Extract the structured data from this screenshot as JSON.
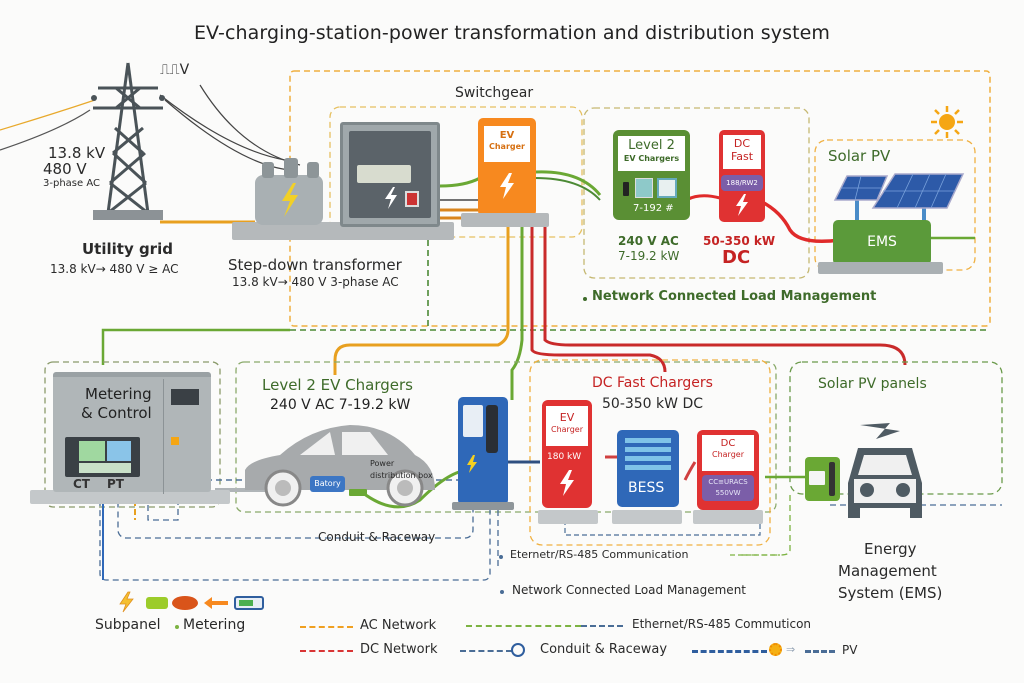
{
  "title": "EV-charging-station-power transformation and distribution system",
  "utility_grid": {
    "wave_label": "⎍⎍V",
    "voltage_high": "13.8 kV",
    "voltage_low": "480 V",
    "phase": "3-phase AC",
    "name": "Utility grid",
    "conversion": "13.8 kV→ 480 V ≥ AC"
  },
  "transformer": {
    "name": "Step-down transformer",
    "conversion": "13.8 kV→ 480 V 3-phase AC"
  },
  "switchgear": {
    "title": "Switchgear",
    "ev_charger": {
      "line1": "EV",
      "line2": "Charger"
    }
  },
  "level2_top": {
    "card_line1": "Level 2",
    "card_line2": "EV Chargers",
    "screen_text": "7-192 #",
    "voltage": "240 V AC",
    "power": "7-19.2 kW"
  },
  "dc_fast_top": {
    "card_line1": "DC",
    "card_line2": "Fast",
    "badge": "188/RW2",
    "power": "50-350 kW",
    "type": "DC"
  },
  "solar_top": {
    "title": "Solar PV",
    "ems_label": "EMS"
  },
  "network_load_top": "Network Connected Load Management",
  "metering": {
    "title_line1": "Metering",
    "title_line2": "& Control",
    "ct": "CT",
    "pt": "PT"
  },
  "level2_bottom": {
    "title": "Level 2 EV Chargers",
    "spec": "240 V AC  7-19.2 kW",
    "battery": "Batory",
    "power_box_line1": "Power",
    "power_box_line2": "distribution box"
  },
  "conduit_label": "Conduit & Raceway",
  "dc_fast_bottom": {
    "title": "DC Fast Chargers",
    "spec": "50-350 kW DC",
    "ev_charger": {
      "line1": "EV",
      "line2": "Charger",
      "power": "180 kW"
    },
    "bess": "BESS",
    "dc_charger": {
      "line1": "DC",
      "line2": "Charger",
      "badge_line1": "CC≡URACS",
      "badge_line2": "550VW"
    }
  },
  "solar_bottom": {
    "title": "Solar PV panels"
  },
  "ems": {
    "line1": "Energy",
    "line2": "Management",
    "line3": "System (EMS)"
  },
  "bullets": [
    "Eternetr/RS-485 Communication",
    "Network Connected Load Management"
  ],
  "subpanel_label": "Subpanel",
  "metering_label": "Metering",
  "legend": {
    "ac_network": "AC Network",
    "dc_network": "DC Network",
    "ethernet": "Ethernet/RS-485 Commuticon",
    "conduit": "Conduit & Raceway",
    "pv": "PV"
  },
  "colors": {
    "ac": "#f0a020",
    "dc": "#d93535",
    "ethernet": "#7cb342",
    "conduit": "#4a6d96",
    "green_dark": "#3e6b2a",
    "orange": "#f7891f",
    "red": "#e03232",
    "blue": "#2f68b8"
  }
}
